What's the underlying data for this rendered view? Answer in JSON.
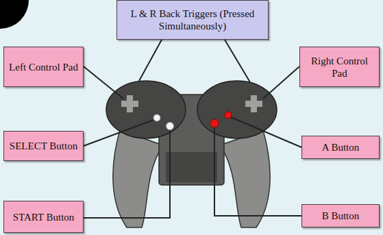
{
  "diagram": {
    "nodes": [
      {
        "text": [
          "L & R Back Triggers (Pressed Simultaneously)"
        ]
      },
      {
        "text": [
          "Left Control Pad"
        ]
      },
      {
        "text": [
          "Right Control Pad"
        ]
      },
      {
        "text": [
          "SELECT Button"
        ]
      },
      {
        "text": [
          "A Button"
        ]
      },
      {
        "text": [
          "START Button"
        ]
      },
      {
        "text": [
          "B Button"
        ]
      }
    ]
  }
}
